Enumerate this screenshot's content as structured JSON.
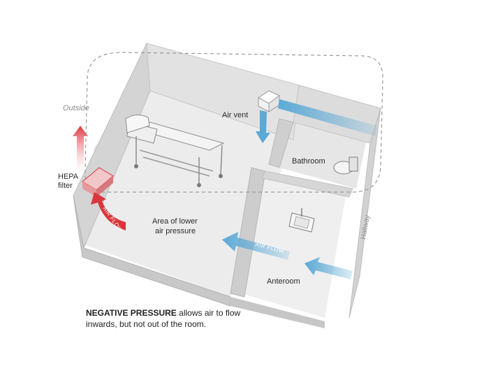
{
  "labels": {
    "outside": "Outside",
    "hepa_filter_line1": "HEPA",
    "hepa_filter_line2": "filter",
    "air_vent": "Air vent",
    "bathroom": "Bathroom",
    "area_line1": "Area of lower",
    "area_line2": "air pressure",
    "anteroom": "Anteroom",
    "hallway": "Hallway",
    "air_flow_left": "AIR FLOW",
    "air_flow_right": "AIR FLOW"
  },
  "caption": {
    "bold": "NEGATIVE PRESSURE",
    "rest": " allows air to flow inwards, but not out of the room."
  },
  "colors": {
    "red_flow": "#d9363e",
    "blue_flow": "#5aa9d6",
    "wall": "#d8d8d8",
    "floor": "#ebebeb"
  }
}
